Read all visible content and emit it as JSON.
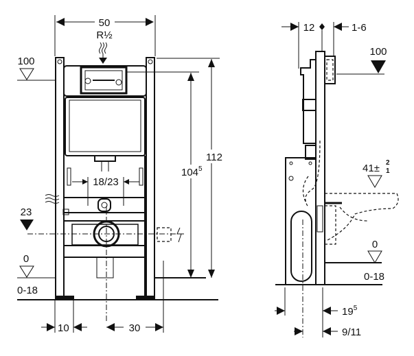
{
  "front_view": {
    "width_dim": "50",
    "water_inlet": "R½",
    "level_100": "100",
    "height_112": "112",
    "height_104": "104",
    "height_104_sup": "5",
    "drain_spacing": "18/23",
    "level_23": "23",
    "level_0": "0",
    "floor_range": "0-18",
    "leg_offset": "10",
    "drain_offset": "30"
  },
  "side_view": {
    "depth_12": "12",
    "wall_range": "1-6",
    "level_100": "100",
    "seat_height": "41",
    "seat_tol_plus": "2",
    "seat_tol_minus": "1",
    "level_0": "0",
    "floor_range": "0-18",
    "dim_19": "19",
    "dim_19_sup": "5",
    "dim_9_11": "9/11"
  }
}
